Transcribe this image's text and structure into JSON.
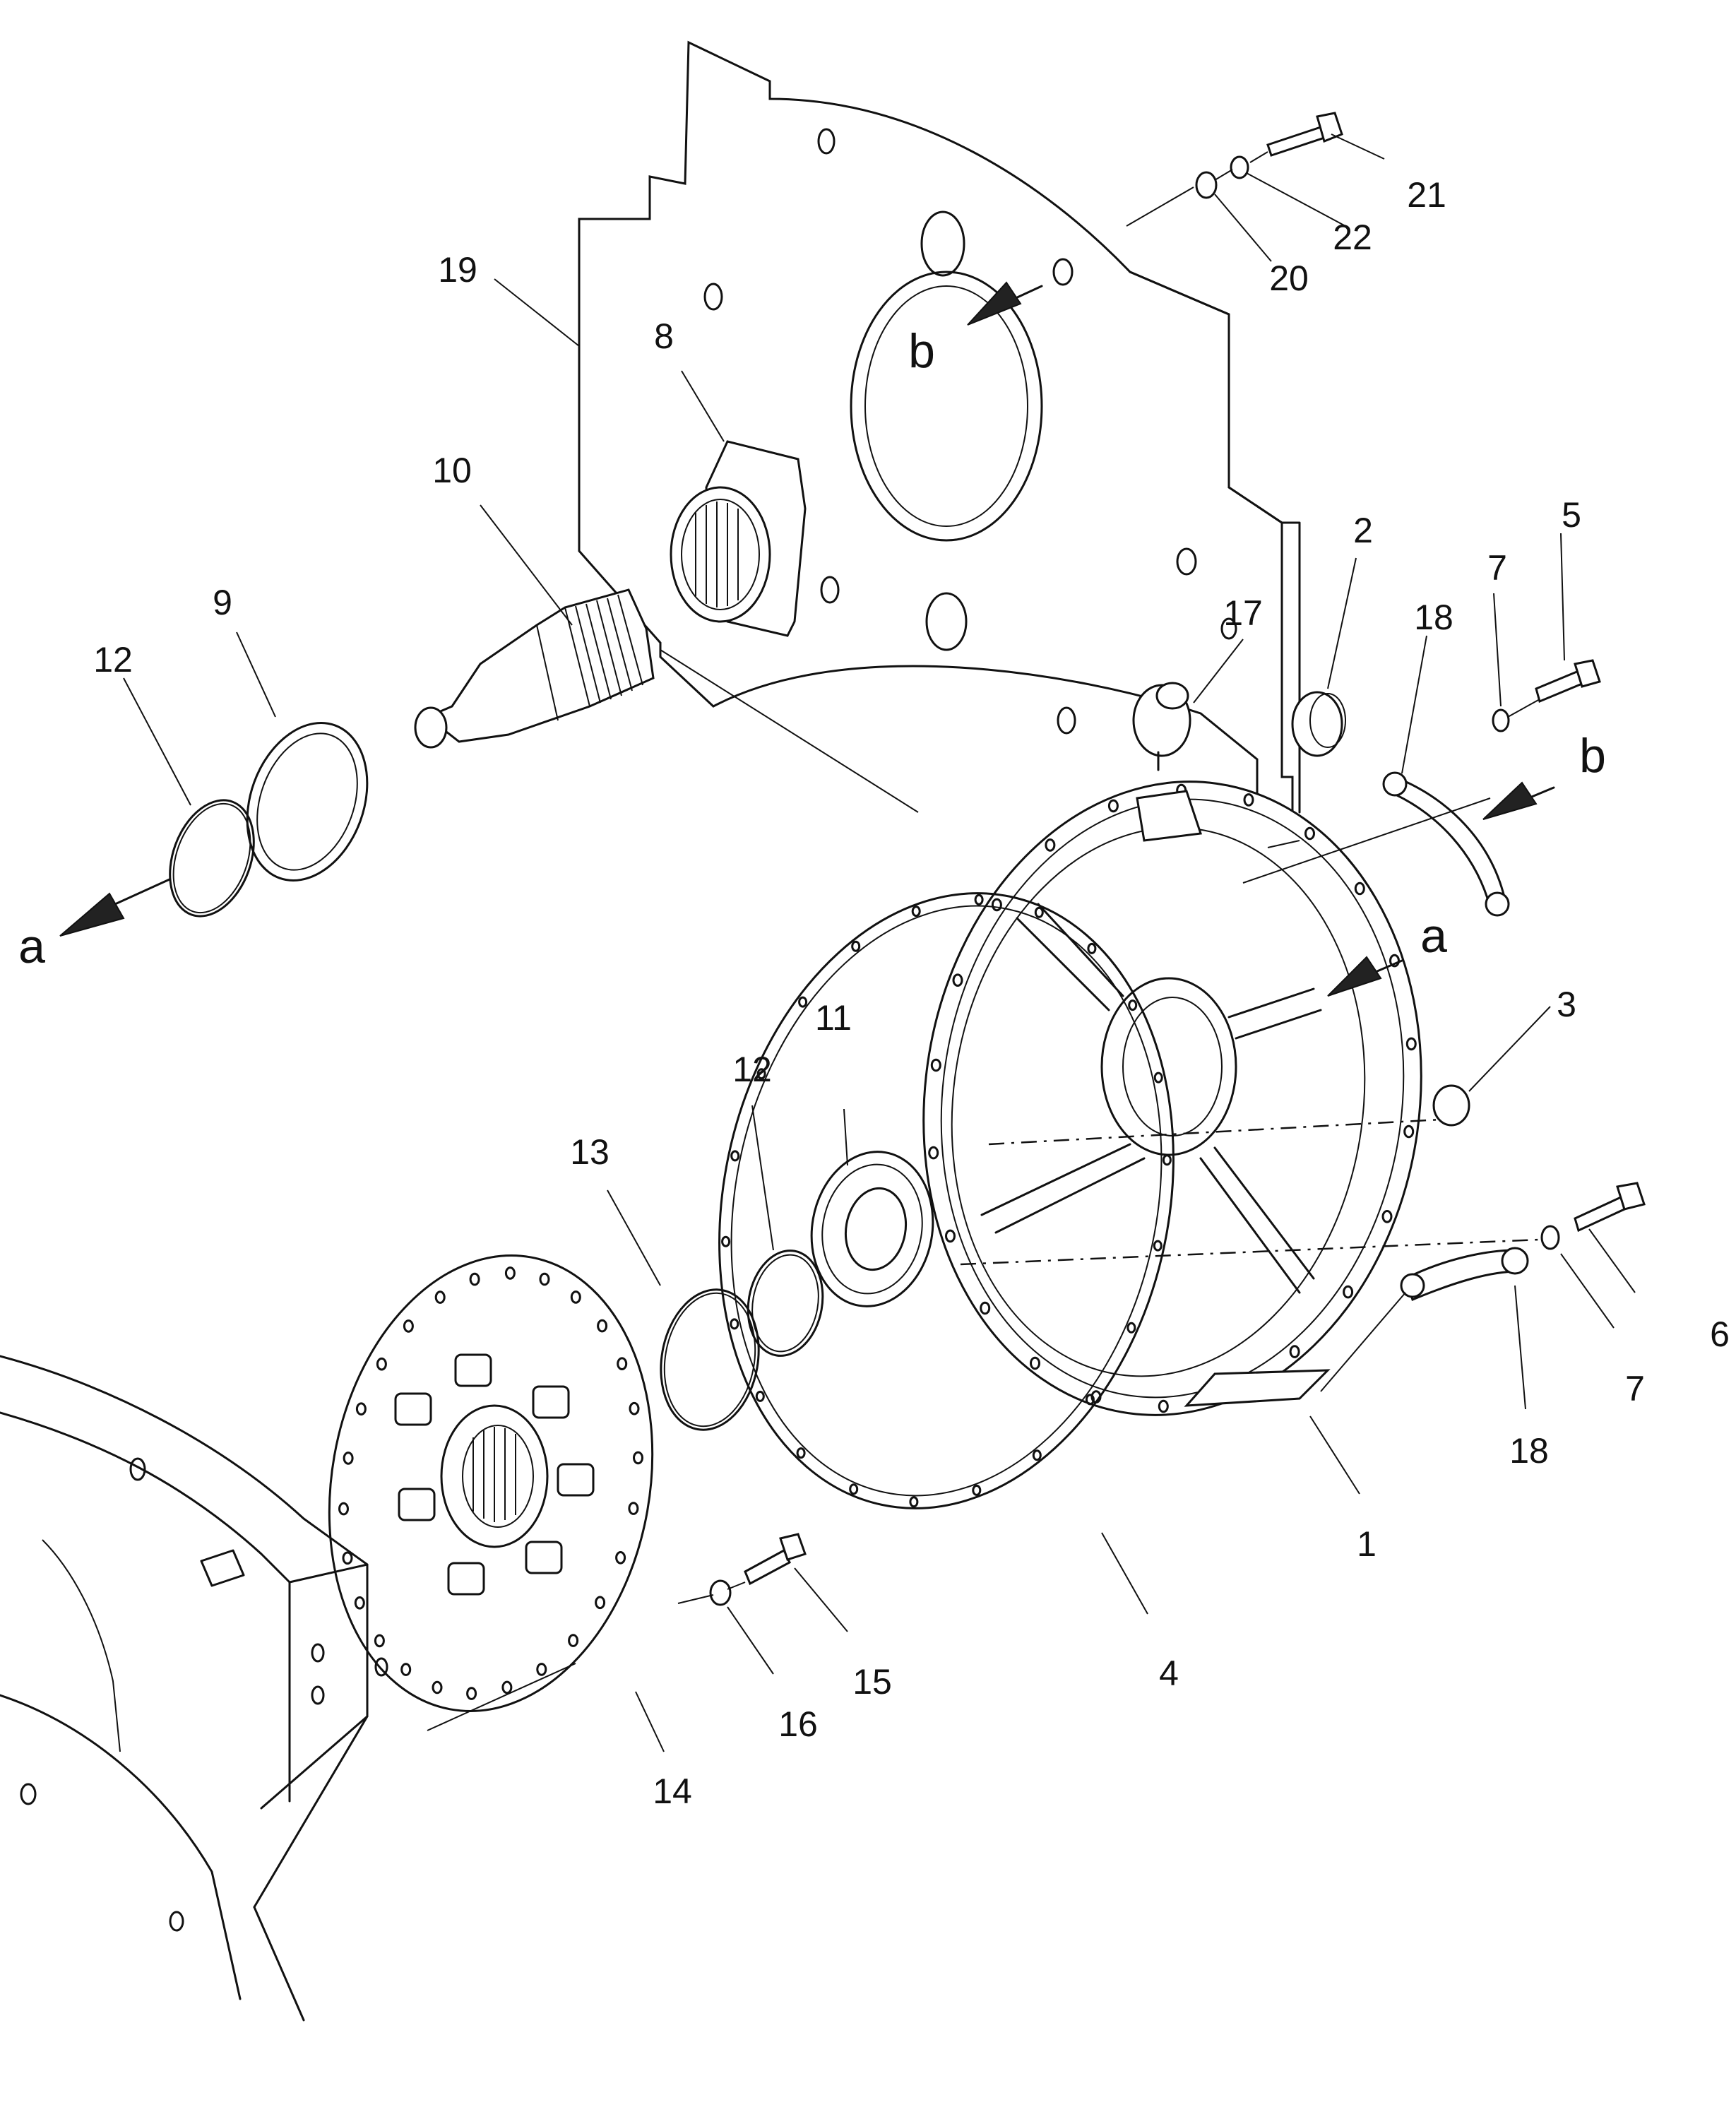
{
  "callouts": {
    "p1": "1",
    "p2": "2",
    "p3": "3",
    "p4": "4",
    "p5": "5",
    "p6": "6",
    "p7a": "7",
    "p7b": "7",
    "p8": "8",
    "p9": "9",
    "p10": "10",
    "p11": "11",
    "p12a": "12",
    "p12b": "12",
    "p13": "13",
    "p14": "14",
    "p15": "15",
    "p16": "16",
    "p17": "17",
    "p18a": "18",
    "p18b": "18",
    "p19": "19",
    "p20": "20",
    "p21": "21",
    "p22": "22"
  },
  "refs": {
    "a_left": "a",
    "a_right": "a",
    "b_top": "b",
    "b_right": "b"
  }
}
